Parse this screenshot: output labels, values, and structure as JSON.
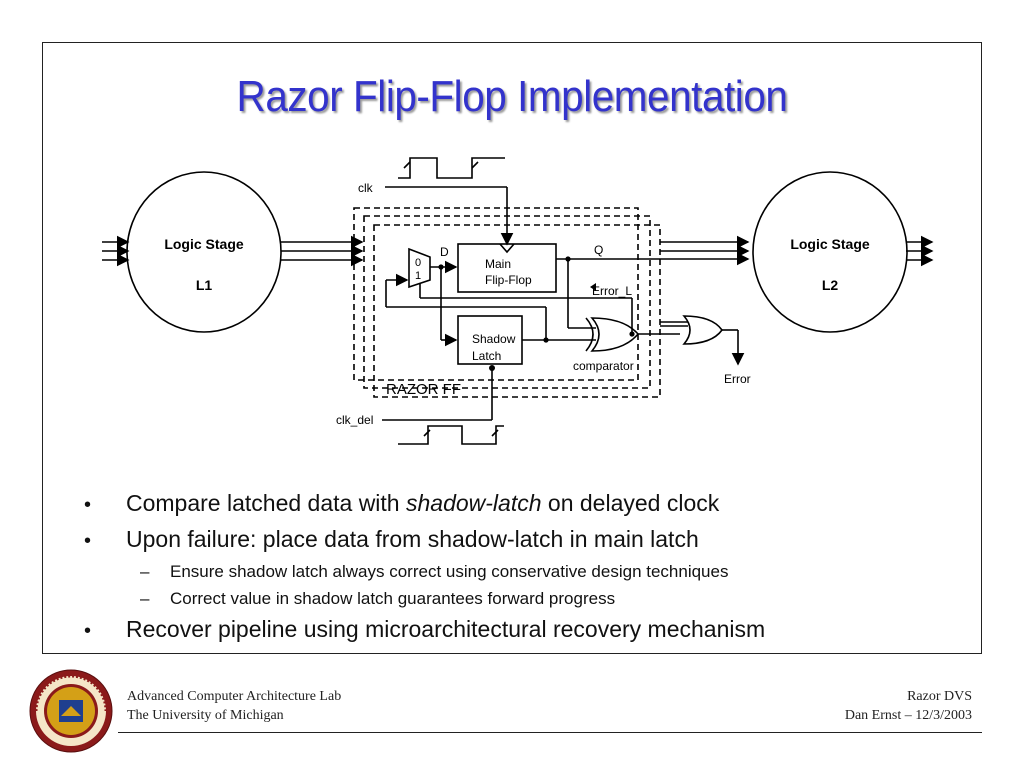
{
  "title": "Razor Flip-Flop Implementation",
  "diagram": {
    "logic_stage_left": {
      "name": "Logic Stage",
      "id": "L1"
    },
    "logic_stage_right": {
      "name": "Logic Stage",
      "id": "L2"
    },
    "clk": "clk",
    "clk_del": "clk_del",
    "d": "D",
    "q": "Q",
    "mux_0": "0",
    "mux_1": "1",
    "main_ff_line1": "Main",
    "main_ff_line2": "Flip-Flop",
    "shadow_line1": "Shadow",
    "shadow_line2": "Latch",
    "error_l": "Error_L",
    "comparator": "comparator",
    "error": "Error",
    "razor_ff": "RAZOR FF"
  },
  "bullets": [
    {
      "level": 1,
      "parts": [
        "Compare latched data with ",
        "shadow-latch",
        " on delayed clock"
      ]
    },
    {
      "level": 1,
      "text": "Upon failure: place data from shadow-latch in main latch"
    },
    {
      "level": 2,
      "text": "Ensure shadow latch always correct using conservative design techniques"
    },
    {
      "level": 2,
      "text": "Correct value in shadow latch guarantees forward progress"
    },
    {
      "level": 1,
      "text": "Recover pipeline using microarchitectural recovery mechanism"
    }
  ],
  "bullet_symbol": "•",
  "dash_symbol": "–",
  "footer": {
    "left_line1": "Advanced Computer Architecture Lab",
    "left_line2": "The University of Michigan",
    "right_line1": "Razor DVS",
    "right_line2": "Dan Ernst – 12/3/2003"
  },
  "seal": {
    "text": "THE UNIVERSITY OF MICHIGAN",
    "year": "1817",
    "icon": "university-seal-icon"
  },
  "colors": {
    "title": "#3333cc",
    "seal_ring": "#8b1a1a",
    "seal_gold": "#d4a017"
  }
}
